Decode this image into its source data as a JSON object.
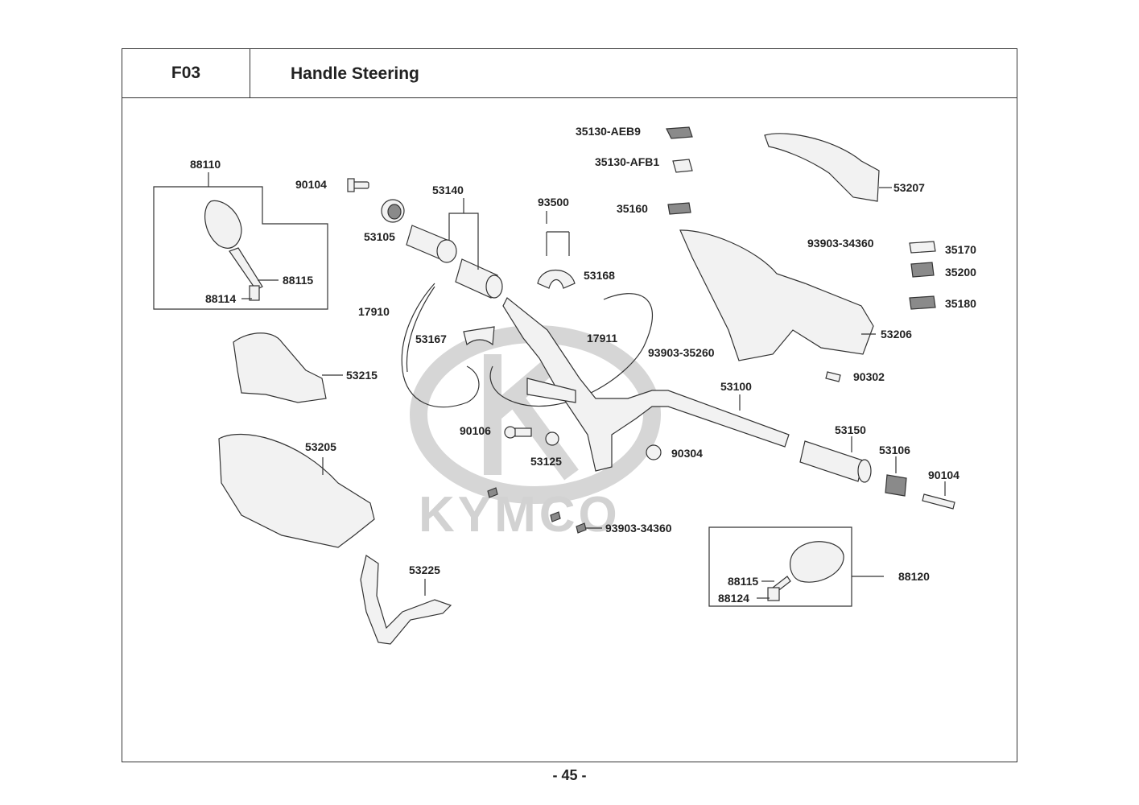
{
  "header": {
    "code": "F03",
    "title": "Handle Steering"
  },
  "watermark": {
    "brand": "KYMCO"
  },
  "labels": {
    "p88110": "88110",
    "p90104a": "90104",
    "p53140": "53140",
    "p93500": "93500",
    "p35130aeb9": "35130-AEB9",
    "p35130afb1": "35130-AFB1",
    "p35160": "35160",
    "p53207": "53207",
    "p93903_34360a": "93903-34360",
    "p35170": "35170",
    "p35200": "35200",
    "p35180": "35180",
    "p53206": "53206",
    "p53105": "53105",
    "p88115a": "88115",
    "p88114": "88114",
    "p53168": "53168",
    "p17910": "17910",
    "p53167": "53167",
    "p17911": "17911",
    "p93903_35260": "93903-35260",
    "p90302": "90302",
    "p53215": "53215",
    "p53100": "53100",
    "p53205": "53205",
    "p90106": "90106",
    "p53125": "53125",
    "p90304": "90304",
    "p53150": "53150",
    "p53106": "53106",
    "p90104b": "90104",
    "p93903_34360b": "93903-34360",
    "p53225": "53225",
    "p88115b": "88115",
    "p88124": "88124",
    "p88120": "88120"
  },
  "footer": {
    "page": "- 45 -"
  }
}
